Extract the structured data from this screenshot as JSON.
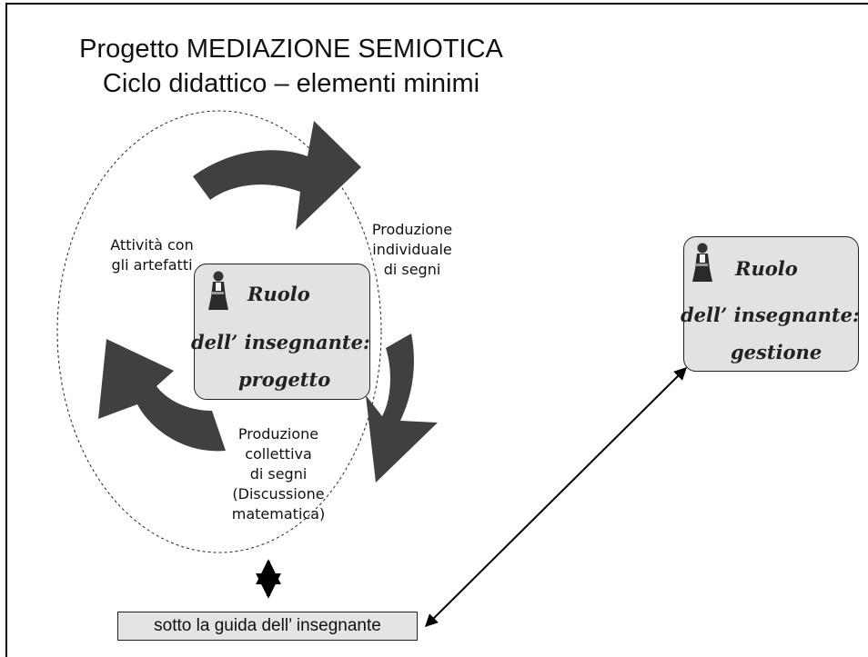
{
  "title": {
    "line1": "Progetto MEDIAZIONE SEMIOTICA",
    "line2": "Ciclo didattico – elementi minimi"
  },
  "cycle": {
    "step_artefacts": [
      "Attività con",
      "gli artefatti"
    ],
    "step_individual": [
      "Produzione",
      "individuale",
      "di segni"
    ],
    "step_collective": [
      "Produzione",
      "collettiva",
      "di segni",
      "(Discussione",
      "matematica)"
    ]
  },
  "role_design": {
    "word1": "Ruolo",
    "word2": "dell’ insegnante:",
    "word3": "progetto",
    "icon": "teacher-figure-icon"
  },
  "role_management": {
    "word1": "Ruolo",
    "word2": "dell’ insegnante:",
    "word3": "gestione",
    "icon": "teacher-figure-icon"
  },
  "guide_label": "sotto la guida dell’ insegnante",
  "colors": {
    "arrow_fill": "#404040",
    "box_fill": "#e2e2e2",
    "line": "#000000"
  }
}
